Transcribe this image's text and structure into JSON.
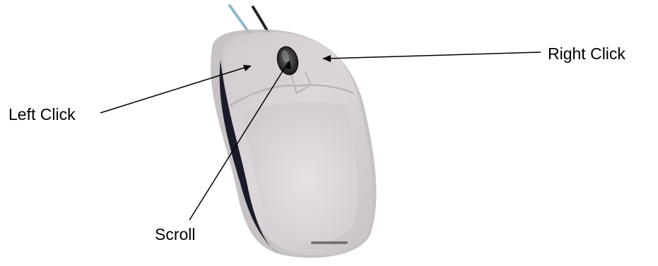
{
  "labels": {
    "left_click": "Left Click",
    "right_click": "Right Click",
    "scroll": "Scroll"
  },
  "colors": {
    "background": "#ffffff",
    "mouse_body": "#d8d2d6",
    "mouse_shadow": "#bdb8bb",
    "mouse_dark_edge": "#1a1a2a",
    "cable_blue": "#8fb6cc",
    "cable_dark": "#222222",
    "scroll_wheel": "#2a2a2a",
    "label_text": "#000000"
  }
}
